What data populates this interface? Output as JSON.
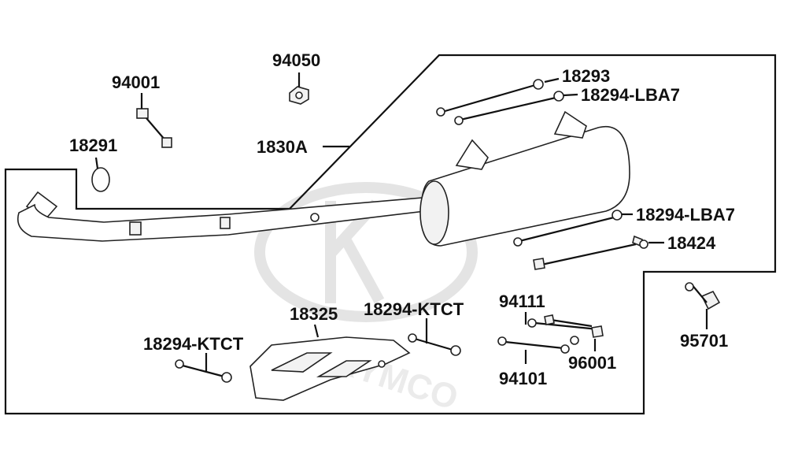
{
  "diagram": {
    "labels": {
      "p94050": "94050",
      "p94001": "94001",
      "p18291": "18291",
      "p1830A": "1830A",
      "p18293": "18293",
      "p18294_LBA7_top": "18294-LBA7",
      "p18294_LBA7_mid": "18294-LBA7",
      "p18424": "18424",
      "p95701": "95701",
      "p18325": "18325",
      "p18294_KTCT_left": "18294-KTCT",
      "p18294_KTCT_right": "18294-KTCT",
      "p94111": "94111",
      "p96001": "96001",
      "p94101": "94101"
    },
    "watermark": "KYMCO",
    "colors": {
      "line": "#111111",
      "part_fill": "#f2f2f2",
      "watermark": "#e4e4e4"
    }
  }
}
